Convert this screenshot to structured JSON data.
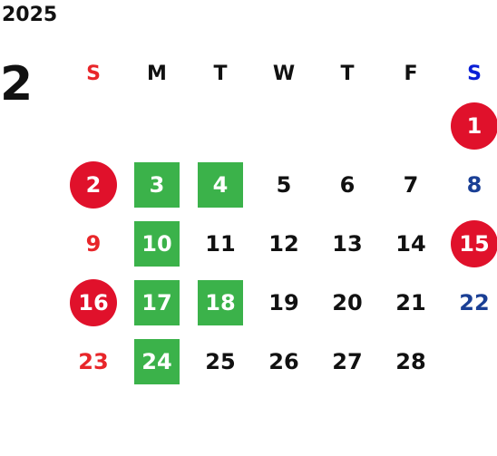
{
  "calendar": {
    "year": "2025",
    "month": "2",
    "weekdays": [
      {
        "label": "S",
        "color": "#e8262a"
      },
      {
        "label": "M",
        "color": "#111111"
      },
      {
        "label": "T",
        "color": "#111111"
      },
      {
        "label": "W",
        "color": "#111111"
      },
      {
        "label": "T",
        "color": "#111111"
      },
      {
        "label": "F",
        "color": "#111111"
      },
      {
        "label": "S",
        "color": "#0a1fd6"
      }
    ],
    "colors": {
      "holiday_circle": "#e0112b",
      "highlight_square": "#3bb24a",
      "sunday_text": "#e8262a",
      "saturday_text": "#1a3f95"
    },
    "weeks": [
      [
        {
          "day": ""
        },
        {
          "day": ""
        },
        {
          "day": ""
        },
        {
          "day": ""
        },
        {
          "day": ""
        },
        {
          "day": ""
        },
        {
          "day": "1",
          "style": "red"
        }
      ],
      [
        {
          "day": "2",
          "style": "red"
        },
        {
          "day": "3",
          "style": "green"
        },
        {
          "day": "4",
          "style": "green"
        },
        {
          "day": "5"
        },
        {
          "day": "6"
        },
        {
          "day": "7"
        },
        {
          "day": "8",
          "style": "sat"
        }
      ],
      [
        {
          "day": "9",
          "style": "sun"
        },
        {
          "day": "10",
          "style": "green"
        },
        {
          "day": "11"
        },
        {
          "day": "12"
        },
        {
          "day": "13"
        },
        {
          "day": "14"
        },
        {
          "day": "15",
          "style": "red"
        }
      ],
      [
        {
          "day": "16",
          "style": "red"
        },
        {
          "day": "17",
          "style": "green"
        },
        {
          "day": "18",
          "style": "green"
        },
        {
          "day": "19"
        },
        {
          "day": "20"
        },
        {
          "day": "21"
        },
        {
          "day": "22",
          "style": "sat"
        }
      ],
      [
        {
          "day": "23",
          "style": "sun"
        },
        {
          "day": "24",
          "style": "green"
        },
        {
          "day": "25"
        },
        {
          "day": "26"
        },
        {
          "day": "27"
        },
        {
          "day": "28"
        },
        {
          "day": ""
        }
      ]
    ]
  }
}
